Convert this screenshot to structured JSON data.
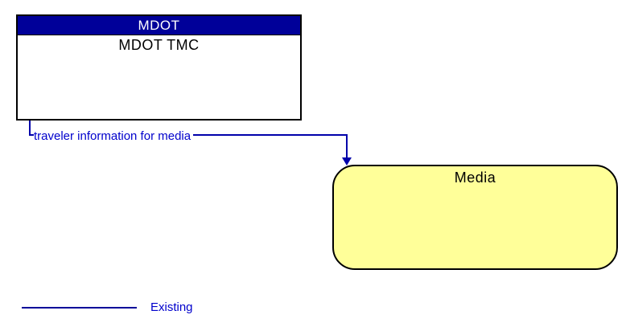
{
  "colors": {
    "background": "#ffffff",
    "box_border": "#000000",
    "header_bg": "#000099",
    "header_text": "#ffffff",
    "entity_fill": "#ffff99",
    "flow_line": "#0000aa",
    "flow_text": "#0000cc",
    "legend_line": "#000099",
    "legend_text": "#0000cc"
  },
  "source_box": {
    "header": "MDOT",
    "subsystem": "MDOT TMC"
  },
  "flow": {
    "label": "traveler information for media"
  },
  "target_box": {
    "label": "Media"
  },
  "legend": {
    "label": "Existing"
  }
}
